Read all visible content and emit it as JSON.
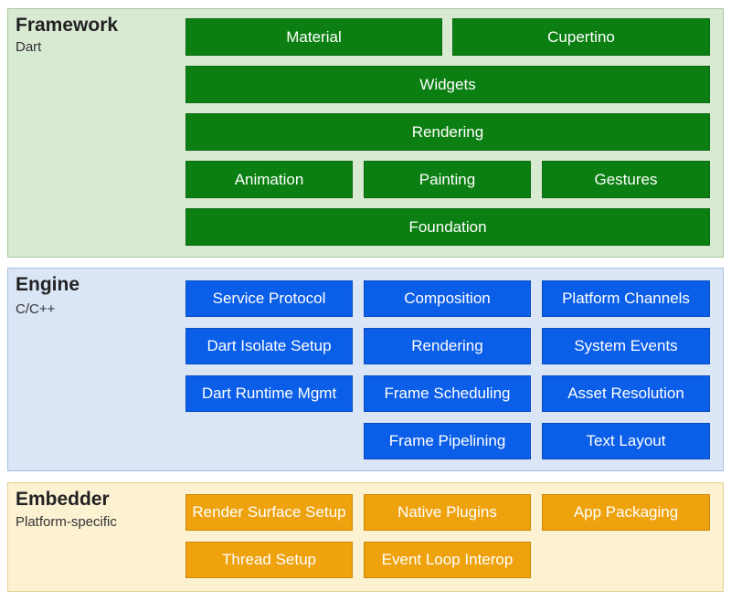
{
  "framework": {
    "title": "Framework",
    "subtitle": "Dart",
    "blocks": [
      "Material",
      "Cupertino",
      "Widgets",
      "Rendering",
      "Animation",
      "Painting",
      "Gestures",
      "Foundation"
    ]
  },
  "engine": {
    "title": "Engine",
    "subtitle": "C/C++",
    "blocks": [
      "Service Protocol",
      "Composition",
      "Platform Channels",
      "Dart Isolate Setup",
      "Rendering",
      "System Events",
      "Dart Runtime Mgmt",
      "Frame Scheduling",
      "Asset Resolution",
      "Frame Pipelining",
      "Text Layout"
    ]
  },
  "embedder": {
    "title": "Embedder",
    "subtitle": "Platform-specific",
    "blocks": [
      "Render Surface Setup",
      "Native Plugins",
      "App Packaging",
      "Thread Setup",
      "Event Loop Interop"
    ]
  },
  "colors": {
    "framework_block": "#0c7f12",
    "engine_block": "#0b5ee8",
    "embedder_block": "#eea20e",
    "framework_bg": "#d9ead3",
    "engine_bg": "#dae6f6",
    "embedder_bg": "#fcf2d2"
  }
}
